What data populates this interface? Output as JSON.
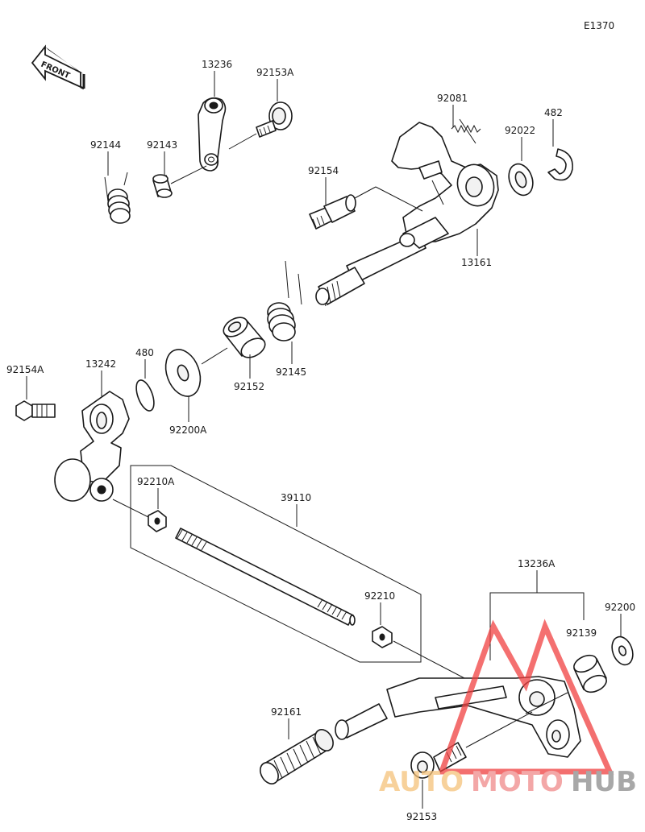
{
  "diagram_code": "E1370",
  "front_label": "FRONT",
  "parts": [
    {
      "id": "p13236",
      "label": "13236"
    },
    {
      "id": "p92153A",
      "label": "92153A"
    },
    {
      "id": "p92144",
      "label": "92144"
    },
    {
      "id": "p92143",
      "label": "92143"
    },
    {
      "id": "p92081",
      "label": "92081"
    },
    {
      "id": "p482",
      "label": "482"
    },
    {
      "id": "p92022",
      "label": "92022"
    },
    {
      "id": "p92154",
      "label": "92154"
    },
    {
      "id": "p13161",
      "label": "13161"
    },
    {
      "id": "p480",
      "label": "480"
    },
    {
      "id": "p92154A",
      "label": "92154A"
    },
    {
      "id": "p13242",
      "label": "13242"
    },
    {
      "id": "p92152",
      "label": "92152"
    },
    {
      "id": "p92145",
      "label": "92145"
    },
    {
      "id": "p92200A",
      "label": "92200A"
    },
    {
      "id": "p92210A",
      "label": "92210A"
    },
    {
      "id": "p39110",
      "label": "39110"
    },
    {
      "id": "p92210",
      "label": "92210"
    },
    {
      "id": "p13236A",
      "label": "13236A"
    },
    {
      "id": "p92200",
      "label": "92200"
    },
    {
      "id": "p92139",
      "label": "92139"
    },
    {
      "id": "p92161",
      "label": "92161"
    },
    {
      "id": "p92153",
      "label": "92153"
    }
  ],
  "watermark": {
    "word_1": "AUTO",
    "word_2": "MOTO",
    "word_3": "HUB",
    "color_1": "#f5c27a",
    "color_2": "#f08a8a",
    "color_3": "#8c8c8c",
    "triangle_color": "#f04040"
  }
}
